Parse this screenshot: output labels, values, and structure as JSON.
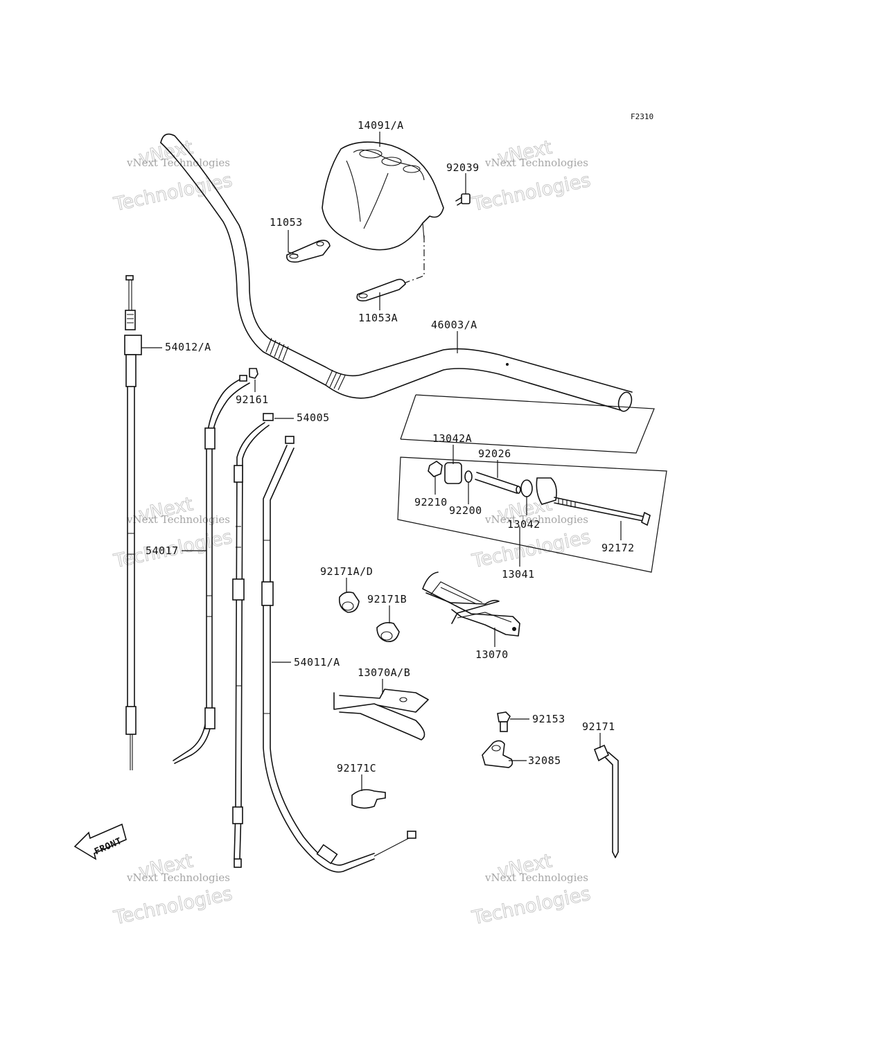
{
  "figure_code": "F2310",
  "callouts": [
    {
      "id": "c14091",
      "text": "14091/A"
    },
    {
      "id": "c92039",
      "text": "92039"
    },
    {
      "id": "c11053",
      "text": "11053"
    },
    {
      "id": "c11053A",
      "text": "11053A"
    },
    {
      "id": "c46003",
      "text": "46003/A"
    },
    {
      "id": "c54012",
      "text": "54012/A"
    },
    {
      "id": "c92161",
      "text": "92161"
    },
    {
      "id": "c54005",
      "text": "54005"
    },
    {
      "id": "c13042A",
      "text": "13042A"
    },
    {
      "id": "c92026",
      "text": "92026"
    },
    {
      "id": "c92210",
      "text": "92210"
    },
    {
      "id": "c92200",
      "text": "92200"
    },
    {
      "id": "c13042",
      "text": "13042"
    },
    {
      "id": "c92172",
      "text": "92172"
    },
    {
      "id": "c13041",
      "text": "13041"
    },
    {
      "id": "c54017",
      "text": "54017"
    },
    {
      "id": "c92171AD",
      "text": "92171A/D"
    },
    {
      "id": "c92171B",
      "text": "92171B"
    },
    {
      "id": "c13070",
      "text": "13070"
    },
    {
      "id": "c54011",
      "text": "54011/A"
    },
    {
      "id": "c13070AB",
      "text": "13070A/B"
    },
    {
      "id": "c92153",
      "text": "92153"
    },
    {
      "id": "c92171",
      "text": "92171"
    },
    {
      "id": "c32085",
      "text": "32085"
    },
    {
      "id": "c92171C",
      "text": "92171C"
    }
  ],
  "front_marker": "FRONT",
  "watermark": {
    "line1": "vNext Technologies",
    "line2": "Technologies",
    "line3": "vNext"
  }
}
